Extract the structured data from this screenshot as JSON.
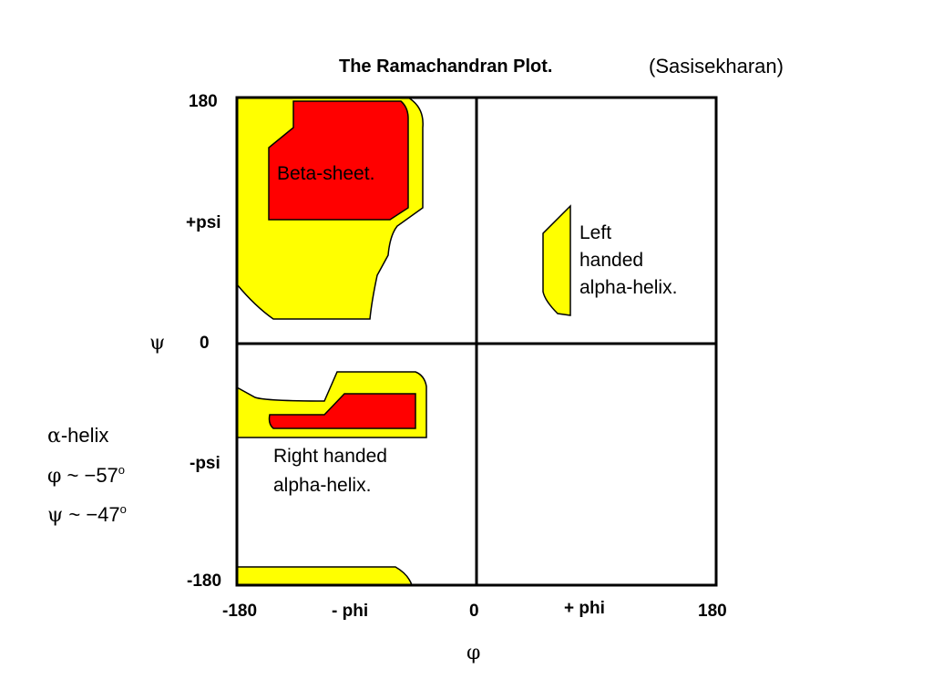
{
  "title": "The Ramachandran Plot.",
  "credit": "(Sasisekharan)",
  "x_axis": {
    "symbol": "φ",
    "ticks": [
      "-180",
      "- phi",
      "0",
      "+ phi",
      "180"
    ]
  },
  "y_axis": {
    "symbol": "ψ",
    "ticks": [
      "180",
      "+psi",
      "0",
      "-psi",
      "-180"
    ]
  },
  "regions": {
    "beta_sheet": "Beta-sheet.",
    "left_helix": [
      "Left",
      "handed",
      "alpha-helix."
    ],
    "right_helix": [
      "Right handed",
      "alpha-helix."
    ]
  },
  "side_note": {
    "line1_symbol": "α",
    "line1_text": "-helix",
    "line2_symbol": "φ",
    "line2_text": " ~ −57",
    "line2_sup": "o",
    "line3_symbol": "ψ",
    "line3_text": " ~ −47",
    "line3_sup": "o"
  },
  "colors": {
    "allowed": "#ffff00",
    "favored": "#ff0000",
    "outline": "#000000"
  }
}
